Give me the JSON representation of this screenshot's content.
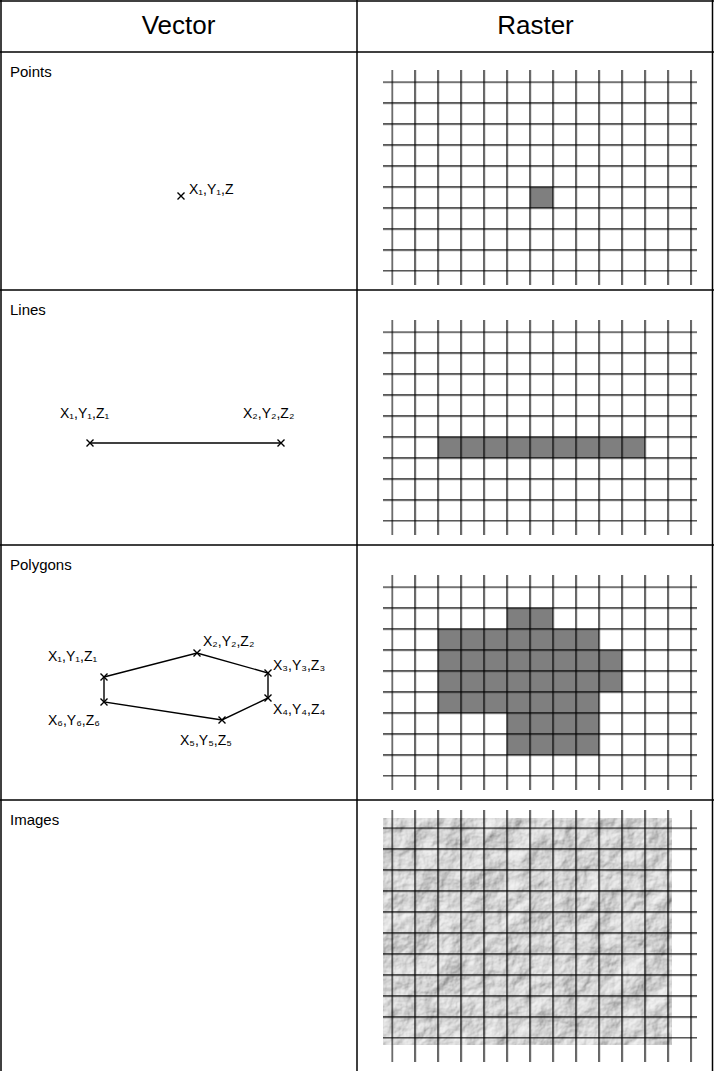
{
  "diagram": {
    "nodes": [
      {
        "text": [
          "Vector"
        ]
      },
      {
        "text": [
          "Raster"
        ]
      },
      {
        "text": [
          "Points"
        ]
      },
      {
        "text": [
          "Lines"
        ]
      },
      {
        "text": [
          "Polygons"
        ]
      },
      {
        "text": [
          "Images"
        ]
      }
    ],
    "labels": [
      "X₁,Y₁,Z",
      "X₁,Y₁,Z₁",
      "X₂,Y₂,Z₂",
      "X₁,Y₁,Z₁",
      "X₂,Y₂,Z₂",
      "X₃,Y₃,Z₃",
      "X₄,Y₄,Z₄",
      "X₅,Y₅,Z₅",
      "X₆,Y₆,Z₆"
    ]
  }
}
